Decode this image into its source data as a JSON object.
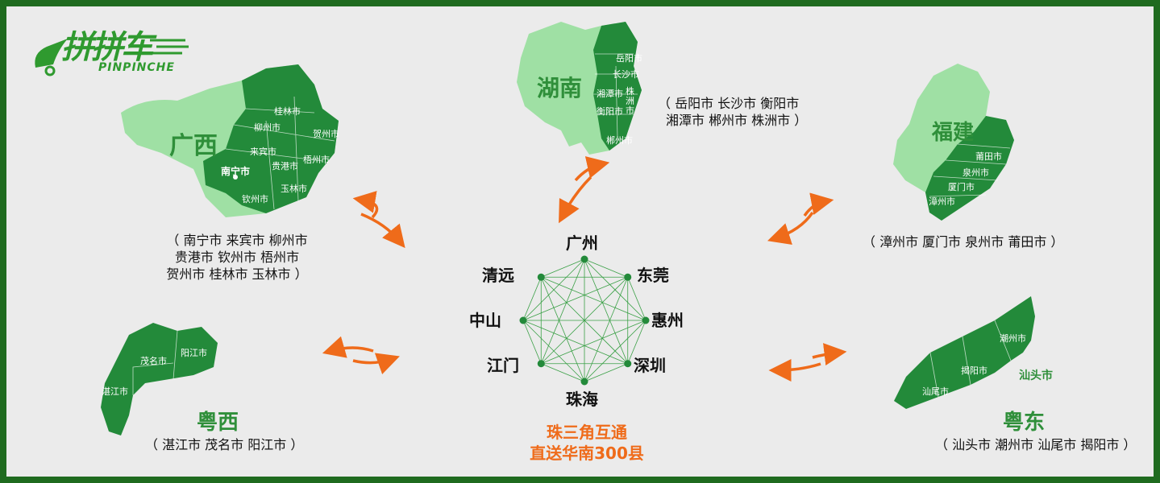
{
  "brand": {
    "name_cn": "拼拼车",
    "name_en": "PINPINCHE"
  },
  "regions": {
    "guangxi": {
      "name": "广西",
      "cities": [
        "桂林市",
        "柳州市",
        "贺州市",
        "来宾市",
        "贵港市",
        "梧州市",
        "南宁市",
        "玉林市",
        "钦州市"
      ],
      "caption": [
        "（ 南宁市  来宾市 柳州市",
        "贵港市 钦州市   梧州市",
        "贺州市 桂林市 玉林市 ）"
      ]
    },
    "hunan": {
      "name": "湖南",
      "cities": [
        "岳阳市",
        "长沙市",
        "湘潭市",
        "株洲市",
        "衡阳市",
        "郴州市"
      ],
      "caption": [
        "（ 岳阳市 长沙市 衡阳市",
        "湘潭市 郴州市 株洲市 ）"
      ]
    },
    "fujian": {
      "name": "福建",
      "cities": [
        "莆田市",
        "泉州市",
        "厦门市",
        "漳州市"
      ],
      "caption": [
        "（ 漳州市 厦门市 泉州市 莆田市 ）"
      ]
    },
    "yuexi": {
      "name": "粤西",
      "cities": [
        "茂名市",
        "阳江市",
        "湛江市"
      ],
      "caption": [
        "（ 湛江市 茂名市 阳江市 ）"
      ]
    },
    "yuedong": {
      "name": "粤东",
      "cities": [
        "潮州市",
        "揭阳市",
        "汕头市",
        "汕尾市"
      ],
      "caption": [
        "（ 汕头市 潮州市 汕尾市 揭阳市 ）"
      ]
    }
  },
  "hub": {
    "cities": [
      "广州",
      "东莞",
      "惠州",
      "深圳",
      "珠海",
      "江门",
      "中山",
      "清远"
    ],
    "slogan": [
      "珠三角互通",
      "直送华南300县"
    ]
  },
  "colors": {
    "border": "#1f6b1f",
    "dark_green": "#238a3a",
    "light_green": "#9fe0a4",
    "arrow": "#ef6b1a",
    "title_green": "#2f8f3a"
  }
}
